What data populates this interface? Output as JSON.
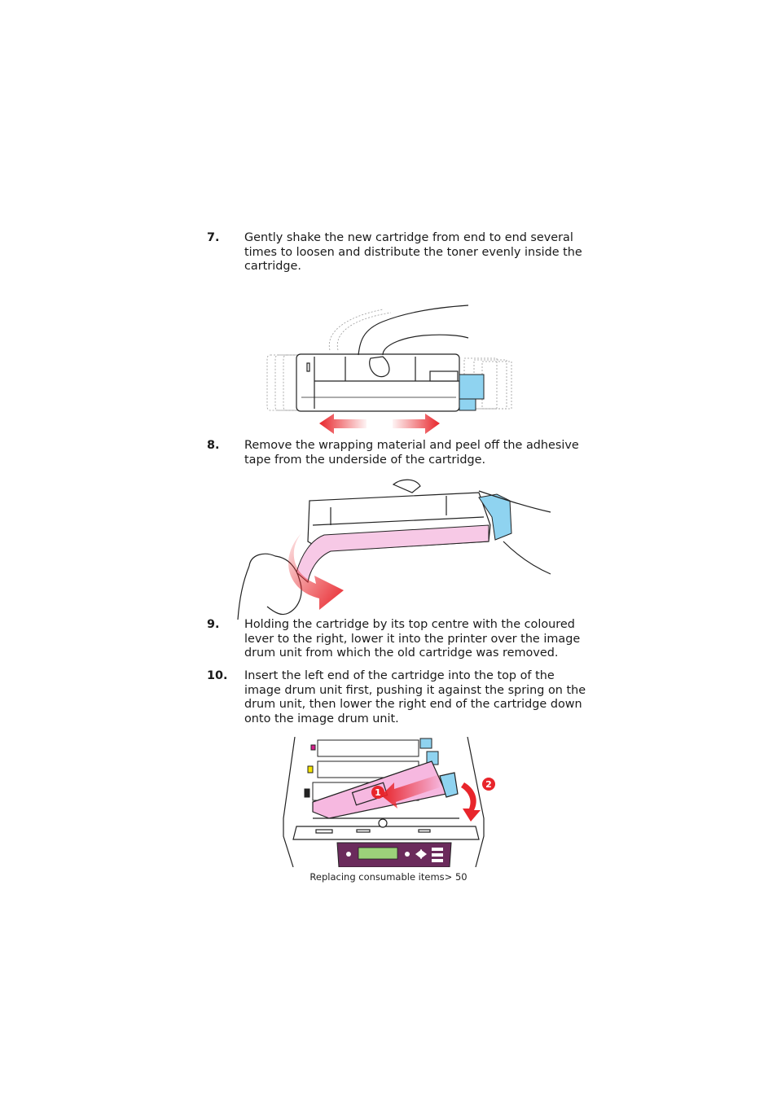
{
  "steps": [
    {
      "number": "7.",
      "text": "Gently shake the new cartridge from end to end several times to loosen and distribute the toner evenly inside the cartridge."
    },
    {
      "number": "8.",
      "text": "Remove the wrapping material and peel off the adhesive tape from the underside of the cartridge."
    },
    {
      "number": "9.",
      "text": "Holding the cartridge by its top centre with the coloured lever to the right, lower it into the printer over the image drum unit from which the old cartridge was removed."
    },
    {
      "number": "10.",
      "text": "Insert the left end of the cartridge into the top of the image drum unit first, pushing it against the spring on the drum unit, then lower the right end of the cartridge down onto the image drum unit."
    }
  ],
  "figure_markers": {
    "first": "1",
    "second": "2"
  },
  "footer": "Replacing consumable items> 50",
  "colors": {
    "arrow_red": "#e8252b",
    "lever_blue": "#8fd3f0",
    "tape_pink": "#f7c9e6",
    "cartridge_pink": "#f6b8e0",
    "panel_purple": "#6b2b5c"
  }
}
